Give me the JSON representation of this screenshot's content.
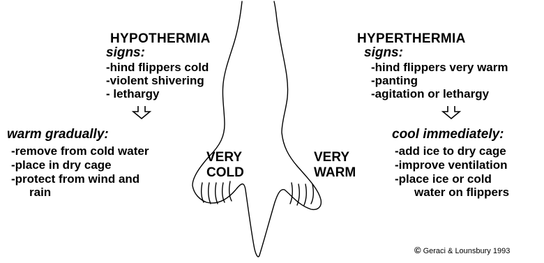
{
  "hypothermia": {
    "title": "HYPOTHERMIA",
    "signs_label": "signs:",
    "signs": [
      "-hind flippers cold",
      "-violent shivering",
      "- lethargy"
    ],
    "action_label": "warm gradually:",
    "actions": [
      "-remove from cold water",
      "-place in dry cage",
      "-protect from wind and",
      "rain"
    ]
  },
  "hyperthermia": {
    "title": "HYPERTHERMIA",
    "signs_label": "signs:",
    "signs": [
      "-hind flippers very warm",
      "-panting",
      "-agitation or lethargy"
    ],
    "action_label": "cool immediately:",
    "actions": [
      "-add ice to dry cage",
      "-improve ventilation",
      "-place ice or cold",
      "water on flippers"
    ]
  },
  "flipper_labels": {
    "left": [
      "VERY",
      "COLD"
    ],
    "right": [
      "VERY",
      "WARM"
    ]
  },
  "credit": {
    "symbol": "©",
    "text": "Geraci & Lounsbury 1993"
  }
}
